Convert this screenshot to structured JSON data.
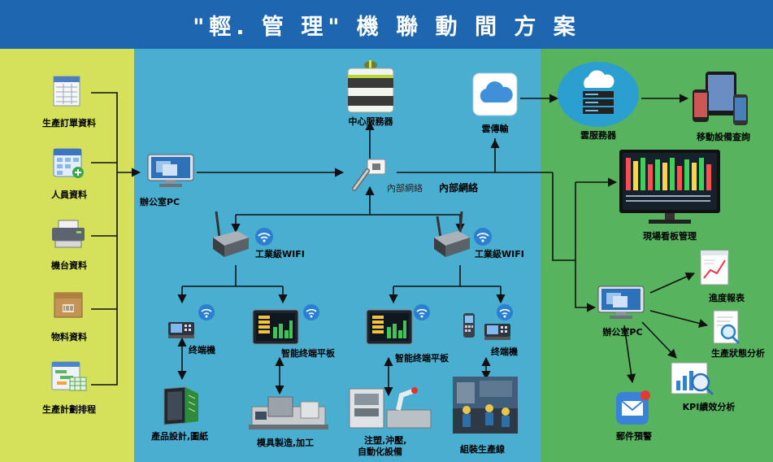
{
  "title": "\"輕. 管 理\" 機 聯 動 間 方 案",
  "colors": {
    "header": "#1f66b0",
    "left_panel": "#d5e05b",
    "middle_panel": "#4aaed1",
    "right_panel": "#58b35f"
  },
  "inputs": [
    {
      "label": "生產訂單資料",
      "icon": "document-table-icon"
    },
    {
      "label": "人員資料",
      "icon": "people-table-icon"
    },
    {
      "label": "機台資料",
      "icon": "printer-icon"
    },
    {
      "label": "物料資料",
      "icon": "box-icon"
    },
    {
      "label": "生產計劃排程",
      "icon": "schedule-icon"
    }
  ],
  "middle": {
    "office_pc": "辦公室PC",
    "central_server": "中心服務器",
    "cloud_transfer": "雲傳輸",
    "router_label": "內部網絡",
    "intranet_label": "內部網絡",
    "wifi_left": "工業級WIFI",
    "wifi_right": "工業級WIFI",
    "terminal_left": "终端機",
    "tablet_left": "智能终端平板",
    "tablet_right": "智能终端平板",
    "terminal_right": "终端機",
    "product_design": "產品設計,圖紙",
    "mold_making": "模具製造,加工",
    "injection": "注塑,沖壓,",
    "automation": "自動化設備",
    "assembly": "組裝生產線"
  },
  "right": {
    "cloud_server": "雲服務器",
    "mobile_query": "移動設備查詢",
    "kanban": "現場看板管理",
    "office_pc": "辦公室PC",
    "progress_report": "進度報表",
    "production_status": "生產狀態分析",
    "kpi": "KPI績效分析",
    "email_alert": "郵件預警"
  }
}
